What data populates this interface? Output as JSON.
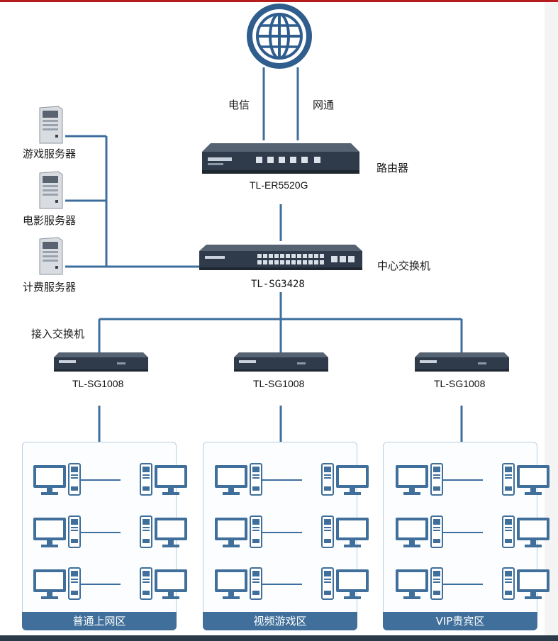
{
  "internet": {
    "icon": "globe-icon"
  },
  "isp": {
    "left": "电信",
    "right": "网通"
  },
  "router": {
    "model": "TL-ER5520G",
    "role": "路由器"
  },
  "core_switch": {
    "model": "TL-SG3428",
    "role": "中心交换机"
  },
  "servers": [
    {
      "label": "游戏服务器"
    },
    {
      "label": "电影服务器"
    },
    {
      "label": "计费服务器"
    }
  ],
  "access_label": "接入交换机",
  "access_switches": [
    {
      "model": "TL-SG1008"
    },
    {
      "model": "TL-SG1008"
    },
    {
      "model": "TL-SG1008"
    }
  ],
  "zones": [
    {
      "label": "普通上网区"
    },
    {
      "label": "视频游戏区"
    },
    {
      "label": "VIP贵宾区"
    }
  ],
  "colors": {
    "line": "#3d6e9e",
    "accent": "#3f6f9a",
    "globe": "#2e5d8e",
    "device": "#2f3a4a"
  }
}
